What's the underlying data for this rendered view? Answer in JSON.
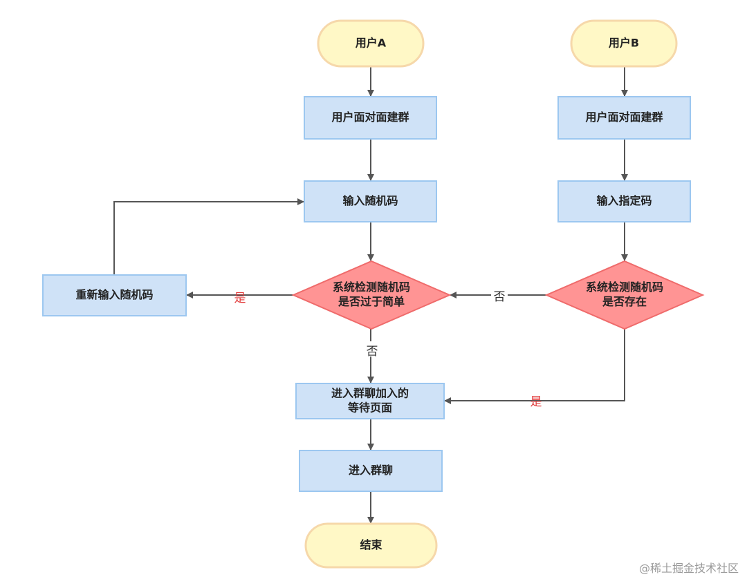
{
  "colors": {
    "terminal_fill": "#fff8c6",
    "terminal_stroke": "#f6d8aa",
    "process_fill": "#cfe2f7",
    "process_stroke": "#9cc7f0",
    "decision_fill": "#ff9494",
    "decision_stroke": "#ef6b6b",
    "arrow": "#555555",
    "label_yes": "#e23b3b",
    "label_no": "#333333"
  },
  "nodes": {
    "user_a": {
      "lines": [
        "用户A"
      ],
      "shape": "terminal"
    },
    "user_b": {
      "lines": [
        "用户B"
      ],
      "shape": "terminal"
    },
    "a_face_to_face": {
      "lines": [
        "用户面对面建群"
      ],
      "shape": "process"
    },
    "b_face_to_face": {
      "lines": [
        "用户面对面建群"
      ],
      "shape": "process"
    },
    "input_random": {
      "lines": [
        "输入随机码"
      ],
      "shape": "process"
    },
    "input_specified": {
      "lines": [
        "输入指定码"
      ],
      "shape": "process"
    },
    "check_simple": {
      "lines": [
        "系统检测随机码",
        "是否过于简单"
      ],
      "shape": "decision"
    },
    "check_exists": {
      "lines": [
        "系统检测随机码",
        "是否存在"
      ],
      "shape": "decision"
    },
    "reenter": {
      "lines": [
        "重新输入随机码"
      ],
      "shape": "process"
    },
    "waiting": {
      "lines": [
        "进入群聊加入的",
        "等待页面"
      ],
      "shape": "process"
    },
    "enter_chat": {
      "lines": [
        "进入群聊"
      ],
      "shape": "process"
    },
    "end": {
      "lines": [
        "结束"
      ],
      "shape": "terminal"
    }
  },
  "edges": [
    {
      "from": "user_a",
      "to": "a_face_to_face",
      "label": ""
    },
    {
      "from": "a_face_to_face",
      "to": "input_random",
      "label": ""
    },
    {
      "from": "input_random",
      "to": "check_simple",
      "label": ""
    },
    {
      "from": "check_simple",
      "to": "reenter",
      "label": "是",
      "kind": "yes"
    },
    {
      "from": "reenter",
      "to": "input_random",
      "label": ""
    },
    {
      "from": "check_simple",
      "to": "waiting",
      "label": "否",
      "kind": "no"
    },
    {
      "from": "user_b",
      "to": "b_face_to_face",
      "label": ""
    },
    {
      "from": "b_face_to_face",
      "to": "input_specified",
      "label": ""
    },
    {
      "from": "input_specified",
      "to": "check_exists",
      "label": ""
    },
    {
      "from": "check_exists",
      "to": "check_simple",
      "label": "否",
      "kind": "no"
    },
    {
      "from": "check_exists",
      "to": "waiting",
      "label": "是",
      "kind": "yes"
    },
    {
      "from": "waiting",
      "to": "enter_chat",
      "label": ""
    },
    {
      "from": "enter_chat",
      "to": "end",
      "label": ""
    }
  ],
  "watermark": "@稀土掘金技术社区"
}
